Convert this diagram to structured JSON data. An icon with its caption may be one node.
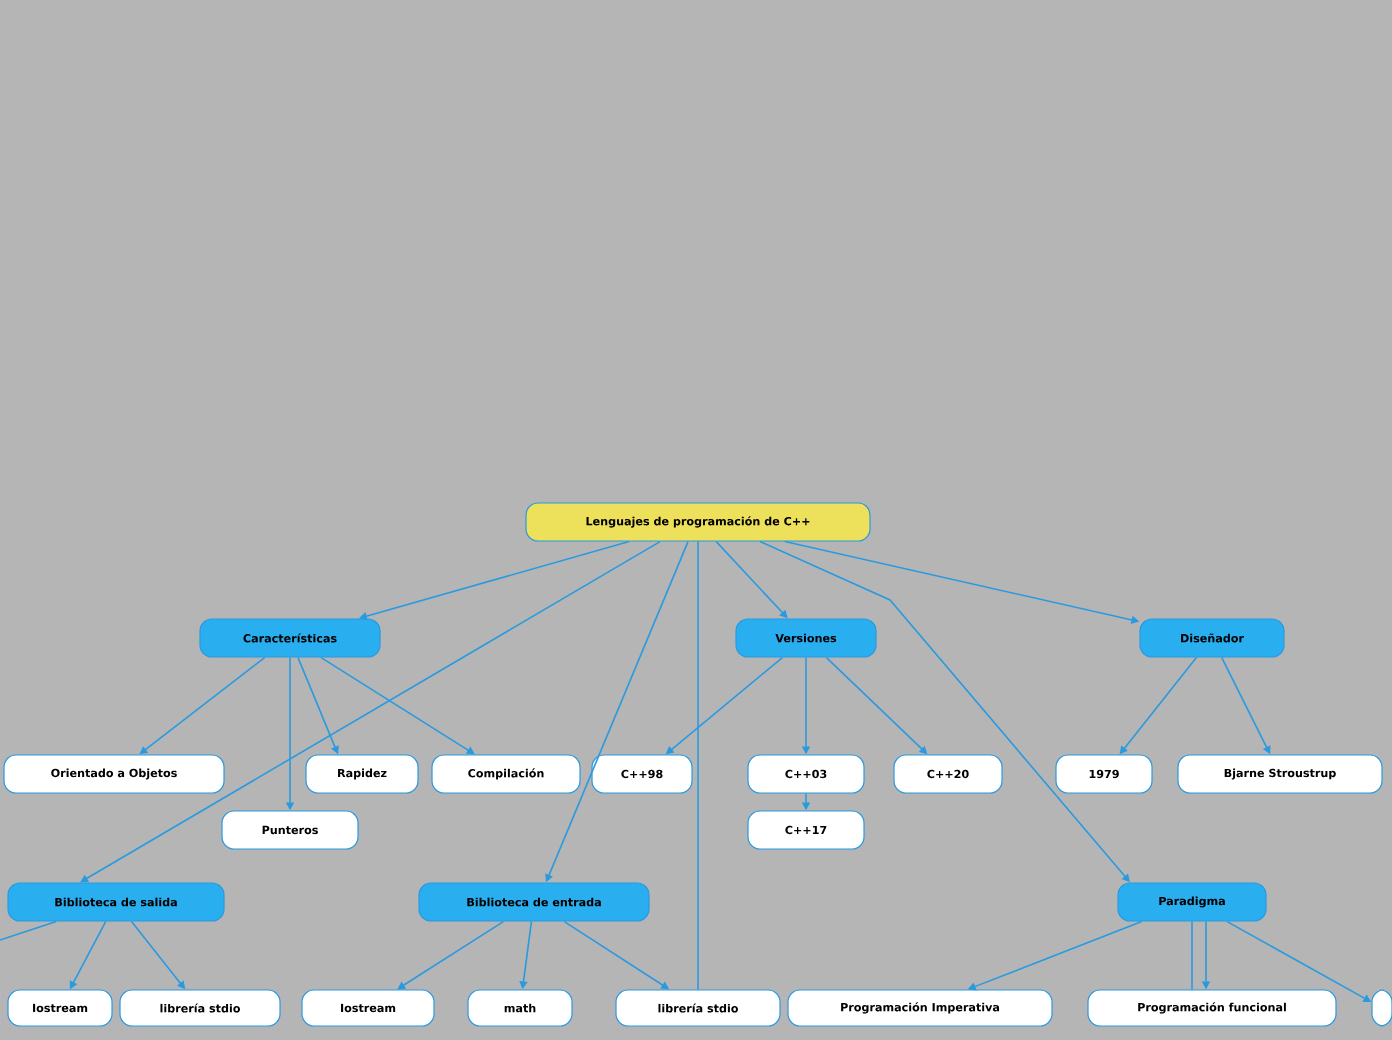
{
  "diagram": {
    "nodes": [
      {
        "text": [
          "Lenguajes de programación de C++"
        ]
      },
      {
        "text": [
          "Características"
        ]
      },
      {
        "text": [
          "Versiones"
        ]
      },
      {
        "text": [
          "Diseñador"
        ]
      },
      {
        "text": [
          "Orientado a Objetos"
        ]
      },
      {
        "text": [
          "Rapidez"
        ]
      },
      {
        "text": [
          "Compilación"
        ]
      },
      {
        "text": [
          "Punteros"
        ]
      },
      {
        "text": [
          "C++98"
        ]
      },
      {
        "text": [
          "C++03"
        ]
      },
      {
        "text": [
          "C++17"
        ]
      },
      {
        "text": [
          "C++20"
        ]
      },
      {
        "text": [
          "1979"
        ]
      },
      {
        "text": [
          "Bjarne Stroustrup"
        ]
      },
      {
        "text": [
          "Biblioteca de salida"
        ]
      },
      {
        "text": [
          "Biblioteca de entrada"
        ]
      },
      {
        "text": [
          "Paradigma"
        ]
      },
      {
        "text": [
          "Iostream"
        ]
      },
      {
        "text": [
          "librería stdio"
        ]
      },
      {
        "text": [
          "Iostream"
        ]
      },
      {
        "text": [
          "math"
        ]
      },
      {
        "text": [
          "librería stdio"
        ]
      },
      {
        "text": [
          "Programación Imperativa"
        ]
      },
      {
        "text": [
          "Programación funcional"
        ]
      },
      {
        "text": [],
        "shape": "box"
      }
    ],
    "edges": [
      {
        "from": 0,
        "to": 1,
        "arrow": "to"
      },
      {
        "from": 0,
        "to": 14,
        "arrow": "to"
      },
      {
        "from": 0,
        "to": 15,
        "arrow": "to"
      },
      {
        "from": 0,
        "to": 21,
        "arrow": "none"
      },
      {
        "from": 0,
        "to": 2,
        "arrow": "to"
      },
      {
        "from": 0,
        "to": 16,
        "arrow": "to"
      },
      {
        "from": 0,
        "to": 3,
        "arrow": "to"
      },
      {
        "from": 1,
        "to": 4,
        "arrow": "to"
      },
      {
        "from": 1,
        "to": 5,
        "arrow": "to"
      },
      {
        "from": 1,
        "to": 7,
        "arrow": "to"
      },
      {
        "from": 1,
        "to": 6,
        "arrow": "to"
      },
      {
        "from": 2,
        "to": 8,
        "arrow": "to"
      },
      {
        "from": 2,
        "to": 9,
        "arrow": "to"
      },
      {
        "from": 2,
        "to": 11,
        "arrow": "to"
      },
      {
        "from": 9,
        "to": 10,
        "arrow": "to"
      },
      {
        "from": 3,
        "to": 12,
        "arrow": "to"
      },
      {
        "from": 3,
        "to": 13,
        "arrow": "to"
      },
      {
        "from": 14,
        "to": null,
        "arrow": "none"
      },
      {
        "from": 14,
        "to": 17,
        "arrow": "to"
      },
      {
        "from": 14,
        "to": 18,
        "arrow": "to"
      },
      {
        "from": 15,
        "to": 19,
        "arrow": "to"
      },
      {
        "from": 15,
        "to": 20,
        "arrow": "to"
      },
      {
        "from": 15,
        "to": 21,
        "arrow": "to"
      },
      {
        "from": 16,
        "to": 22,
        "arrow": "to"
      },
      {
        "from": 16,
        "to": 23,
        "arrow": "to"
      },
      {
        "from": 16,
        "to": 23,
        "arrow": "none"
      },
      {
        "from": 16,
        "to": 24,
        "arrow": "to"
      }
    ]
  }
}
